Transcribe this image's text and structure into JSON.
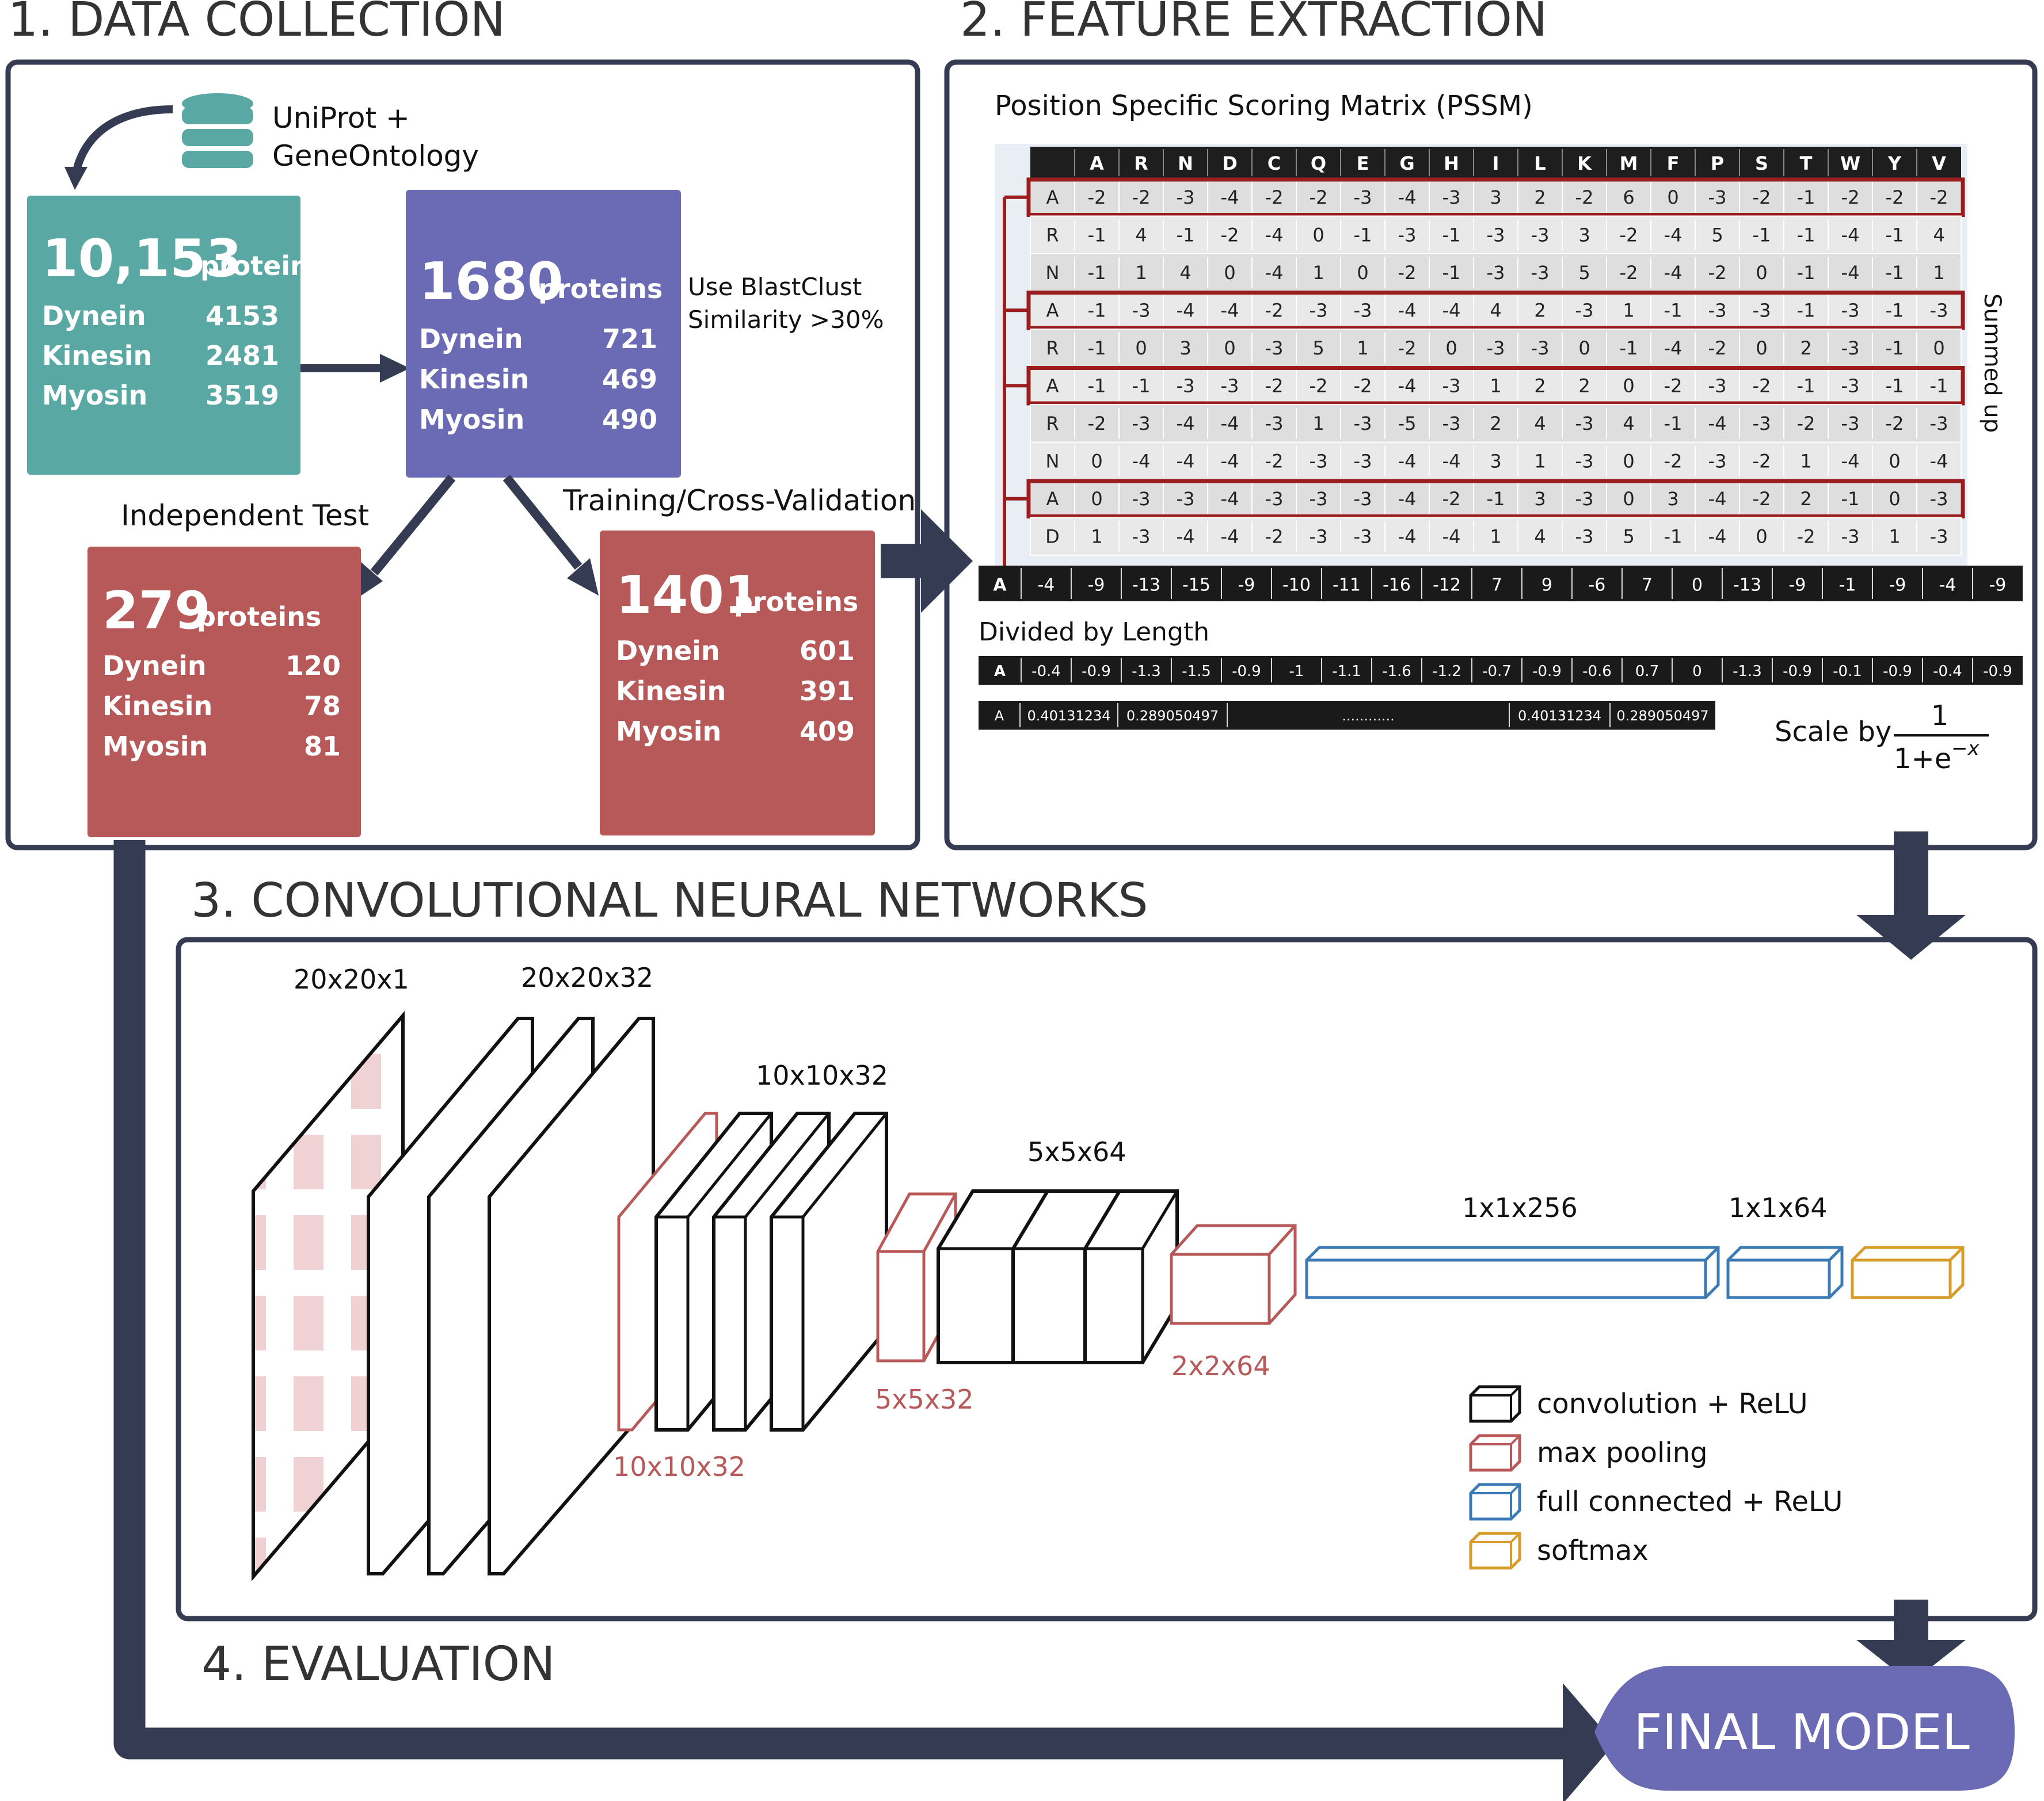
{
  "sections": {
    "data_collection": "1. DATA COLLECTION",
    "feature_extraction": "2. FEATURE EXTRACTION",
    "cnn": "3. CONVOLUTIONAL NEURAL NETWORKS",
    "evaluation": "4. EVALUATION"
  },
  "colors": {
    "teal": "#5aa8a3",
    "purple": "#6a6bb4",
    "red": "#b85959",
    "dark": "#353b52",
    "pool": "#b85959",
    "fc": "#3b7ab5",
    "softmax": "#d79c2a"
  },
  "source": {
    "line1": "UniProt +",
    "line2": "GeneOntology",
    "icon": "database-icon"
  },
  "boxes": {
    "all": {
      "count": "10,153",
      "unit": "proteins",
      "dynein_label": "Dynein",
      "dynein": "4153",
      "kinesin_label": "Kinesin",
      "kinesin": "2481",
      "myosin_label": "Myosin",
      "myosin": "3519"
    },
    "filtered": {
      "count": "1680",
      "unit": "proteins",
      "dynein_label": "Dynein",
      "dynein": "721",
      "kinesin_label": "Kinesin",
      "kinesin": "469",
      "myosin_label": "Myosin",
      "myosin": "490"
    },
    "test": {
      "count": "279",
      "unit": "proteins",
      "dynein_label": "Dynein",
      "dynein": "120",
      "kinesin_label": "Kinesin",
      "kinesin": "78",
      "myosin_label": "Myosin",
      "myosin": "81"
    },
    "train": {
      "count": "1401",
      "unit": "proteins",
      "dynein_label": "Dynein",
      "dynein": "601",
      "kinesin_label": "Kinesin",
      "kinesin": "391",
      "myosin_label": "Myosin",
      "myosin": "409"
    }
  },
  "blastclust": {
    "line1": "Use BlastClust",
    "line2": "Similarity >30%"
  },
  "split": {
    "test_label": "Independent Test",
    "train_label": "Training/Cross-Validation"
  },
  "pssm": {
    "title": "Position Specific Scoring Matrix (PSSM)",
    "columns": [
      "A",
      "R",
      "N",
      "D",
      "C",
      "Q",
      "E",
      "G",
      "H",
      "I",
      "L",
      "K",
      "M",
      "F",
      "P",
      "S",
      "T",
      "W",
      "Y",
      "V"
    ],
    "rows": [
      {
        "aa": "A",
        "vals": [
          "-2",
          "-2",
          "-3",
          "-4",
          "-2",
          "-2",
          "-3",
          "-4",
          "-3",
          "3",
          "2",
          "-2",
          "6",
          "0",
          "-3",
          "-2",
          "-1",
          "-2",
          "-2",
          "-2"
        ],
        "hl": true
      },
      {
        "aa": "R",
        "vals": [
          "-1",
          "4",
          "-1",
          "-2",
          "-4",
          "0",
          "-1",
          "-3",
          "-1",
          "-3",
          "-3",
          "3",
          "-2",
          "-4",
          "5",
          "-1",
          "-1",
          "-4",
          "-1",
          "4"
        ],
        "hl": false
      },
      {
        "aa": "N",
        "vals": [
          "-1",
          "1",
          "4",
          "0",
          "-4",
          "1",
          "0",
          "-2",
          "-1",
          "-3",
          "-3",
          "5",
          "-2",
          "-4",
          "-2",
          "0",
          "-1",
          "-4",
          "-1",
          "1"
        ],
        "hl": false
      },
      {
        "aa": "A",
        "vals": [
          "-1",
          "-3",
          "-4",
          "-4",
          "-2",
          "-3",
          "-3",
          "-4",
          "-4",
          "4",
          "2",
          "-3",
          "1",
          "-1",
          "-3",
          "-3",
          "-1",
          "-3",
          "-1",
          "-3"
        ],
        "hl": true
      },
      {
        "aa": "R",
        "vals": [
          "-1",
          "0",
          "3",
          "0",
          "-3",
          "5",
          "1",
          "-2",
          "0",
          "-3",
          "-3",
          "0",
          "-1",
          "-4",
          "-2",
          "0",
          "2",
          "-3",
          "-1",
          "0"
        ],
        "hl": false
      },
      {
        "aa": "A",
        "vals": [
          "-1",
          "-1",
          "-3",
          "-3",
          "-2",
          "-2",
          "-2",
          "-4",
          "-3",
          "1",
          "2",
          "2",
          "0",
          "-2",
          "-3",
          "-2",
          "-1",
          "-3",
          "-1",
          "-1"
        ],
        "hl": true
      },
      {
        "aa": "R",
        "vals": [
          "-2",
          "-3",
          "-4",
          "-4",
          "-3",
          "1",
          "-3",
          "-5",
          "-3",
          "2",
          "4",
          "-3",
          "4",
          "-1",
          "-4",
          "-3",
          "-2",
          "-3",
          "-2",
          "-3"
        ],
        "hl": false
      },
      {
        "aa": "N",
        "vals": [
          "0",
          "-4",
          "-4",
          "-4",
          "-2",
          "-3",
          "-3",
          "-4",
          "-4",
          "3",
          "1",
          "-3",
          "0",
          "-2",
          "-3",
          "-2",
          "1",
          "-4",
          "0",
          "-4"
        ],
        "hl": false
      },
      {
        "aa": "A",
        "vals": [
          "0",
          "-3",
          "-3",
          "-4",
          "-3",
          "-3",
          "-3",
          "-4",
          "-2",
          "-1",
          "3",
          "-3",
          "0",
          "3",
          "-4",
          "-2",
          "2",
          "-1",
          "0",
          "-3"
        ],
        "hl": true
      },
      {
        "aa": "D",
        "vals": [
          "1",
          "-3",
          "-4",
          "-4",
          "-2",
          "-3",
          "-3",
          "-4",
          "-4",
          "1",
          "4",
          "-3",
          "5",
          "-1",
          "-4",
          "0",
          "-2",
          "-3",
          "1",
          "-3"
        ],
        "hl": false
      }
    ],
    "summed_label": "Summed up",
    "sum_row": {
      "aa": "A",
      "vals": [
        "-4",
        "-9",
        "-13",
        "-15",
        "-9",
        "-10",
        "-11",
        "-16",
        "-12",
        "7",
        "9",
        "-6",
        "7",
        "0",
        "-13",
        "-9",
        "-1",
        "-9",
        "-4",
        "-9"
      ]
    },
    "divided_label": "Divided by Length",
    "div_row": {
      "aa": "A",
      "vals": [
        "-0.4",
        "-0.9",
        "-1.3",
        "-1.5",
        "-0.9",
        "-1",
        "-1.1",
        "-1.6",
        "-1.2",
        "-0.7",
        "-0.9",
        "-0.6",
        "0.7",
        "0",
        "-1.3",
        "-0.9",
        "-0.1",
        "-0.9",
        "-0.4",
        "-0.9"
      ]
    },
    "scaled_row": {
      "aa": "A",
      "v1": "0.40131234",
      "v2": "0.289050497",
      "ellipsis": "............",
      "v3": "0.40131234",
      "v4": "0.289050497"
    },
    "scale_label": "Scale by",
    "formula_num": "1",
    "formula_den": "1+e",
    "formula_exp": "−x"
  },
  "cnn": {
    "labels": {
      "input": "20x20x1",
      "conv1": "20x20x32",
      "conv2": "10x10x32",
      "pool1": "10x10x32",
      "conv3": "5x5x64",
      "pool2": "5x5x32",
      "pool3": "2x2x64",
      "fc1": "1x1x256",
      "fc2": "1x1x64"
    },
    "legend": [
      {
        "label": "convolution + ReLU",
        "color": "#111111"
      },
      {
        "label": "max pooling",
        "color": "#b85959"
      },
      {
        "label": "full connected + ReLU",
        "color": "#3b7ab5"
      },
      {
        "label": "softmax",
        "color": "#d79c2a"
      }
    ]
  },
  "final": {
    "label": "FINAL MODEL"
  }
}
